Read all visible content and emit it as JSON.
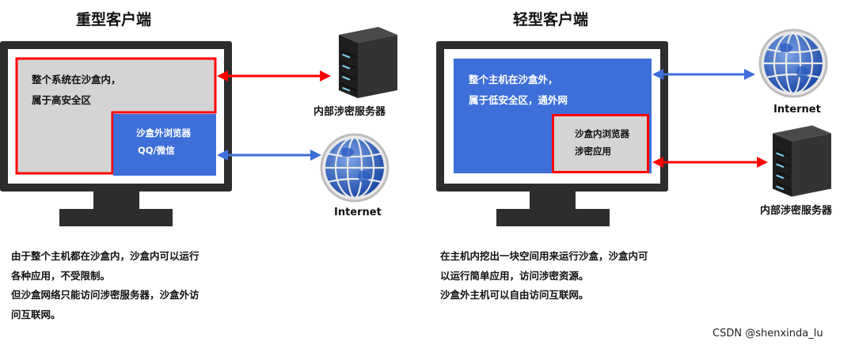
{
  "left": {
    "title": "重型客户端",
    "sandbox_text_1": "整个系统在沙盒内，",
    "sandbox_text_2": "属于高安全区",
    "browser_text_1": "沙盒外浏览器",
    "browser_text_2": "QQ/微信",
    "server_label": "内部涉密服务器",
    "internet_label": "Internet",
    "desc_1": "由于整个主机都在沙盒内，沙盒内可以运行",
    "desc_2": "各种应用，不受限制。",
    "desc_3": "但沙盒网络只能访问涉密服务器，沙盒外访",
    "desc_4": "问互联网。"
  },
  "right": {
    "title": "轻型客户端",
    "host_text_1": "整个主机在沙盒外，",
    "host_text_2": "属于低安全区，通外网",
    "sandbox_text_1": "沙盒内浏览器",
    "sandbox_text_2": "涉密应用",
    "internet_label": "Internet",
    "server_label": "内部涉密服务器",
    "desc_1": "在主机内挖出一块空间用来运行沙盒，沙盒内可",
    "desc_2": "以运行简单应用，访问涉密资源。",
    "desc_3": "沙盒外主机可以自由访问互联网。"
  },
  "credit": "CSDN @shenxinda_lu",
  "colors": {
    "red": "#ff0000",
    "blue": "#3e6fd8",
    "gray": "#d4d4d4",
    "dark": "#2d2d2d"
  },
  "icons": {
    "server": "server-icon",
    "globe": "globe-icon"
  }
}
